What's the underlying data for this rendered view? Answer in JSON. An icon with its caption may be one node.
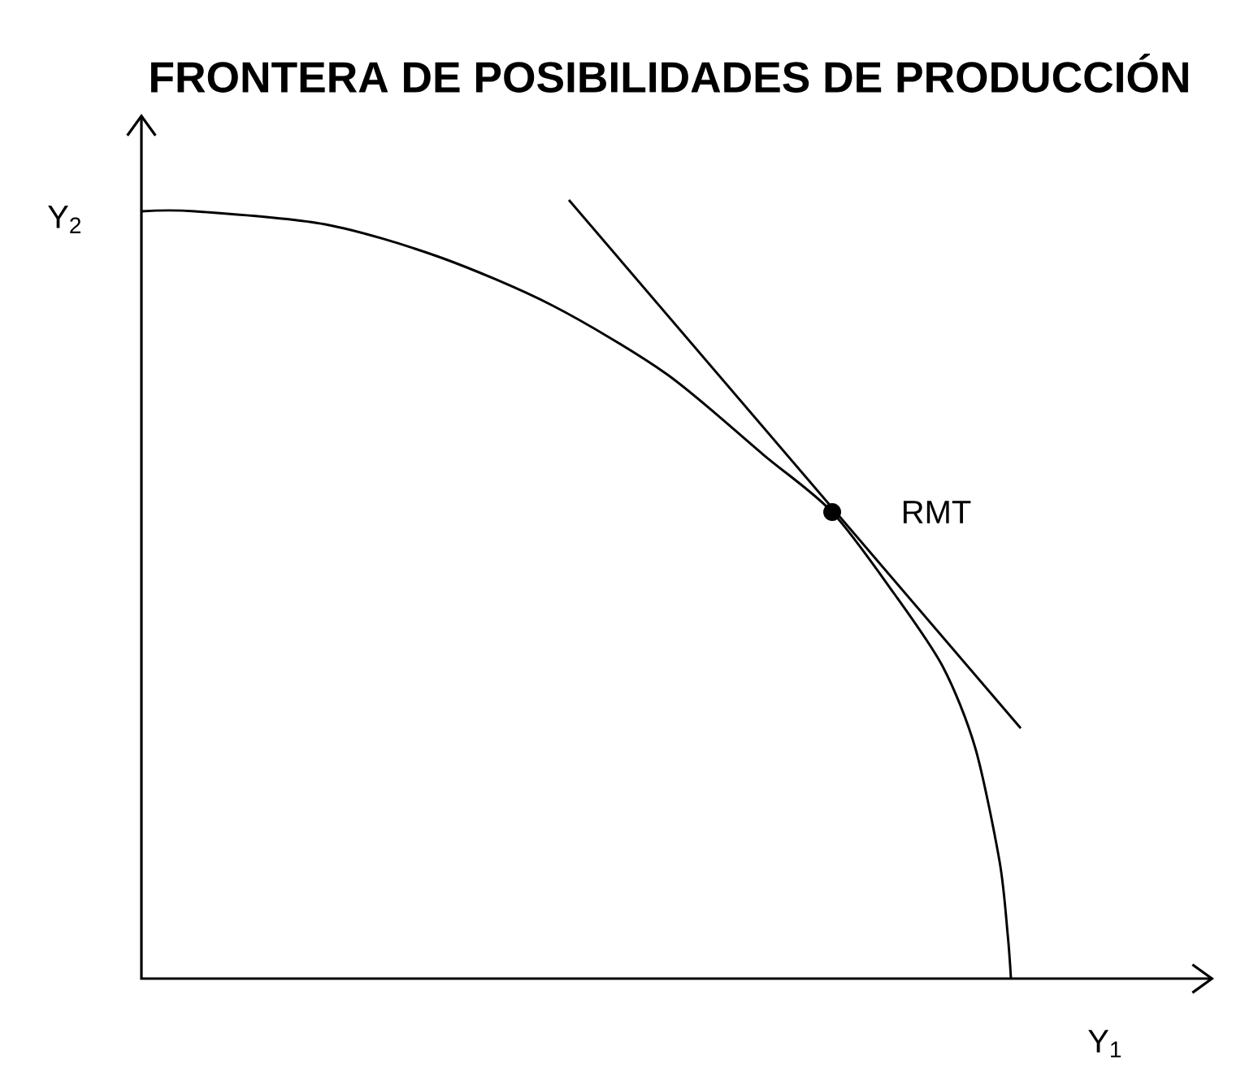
{
  "diagram": {
    "title": "FRONTERA DE POSIBILIDADES DE PRODUCCIÓN",
    "labels": [
      "Y$_{2}$",
      "Y$_{1}$",
      "RMT"
    ]
  }
}
